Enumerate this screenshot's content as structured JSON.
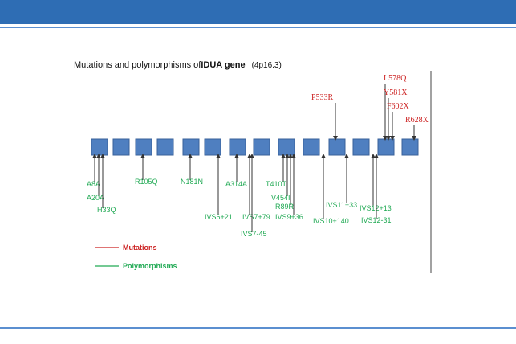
{
  "title": {
    "prefix": "Mutations and polymorphisms of",
    "gene": "IDUA gene",
    "locus": "(4p16.3)"
  },
  "colors": {
    "exon": "#4f7fc0",
    "exon_border": "#3a629a",
    "mutation": "#cc2222",
    "polymorphism": "#22aa55",
    "arrow": "#333333"
  },
  "exon_count": 14,
  "mutations": [
    {
      "label": "P533R",
      "exon": 11
    },
    {
      "label": "L578Q",
      "exon": 13
    },
    {
      "label": "Y581X",
      "exon": 13
    },
    {
      "label": "F602X",
      "exon": 13
    },
    {
      "label": "R628X",
      "exon": 14
    }
  ],
  "polymorphisms": [
    {
      "label": "A8A",
      "exon": 1
    },
    {
      "label": "A20A",
      "exon": 1
    },
    {
      "label": "H33Q",
      "exon": 1
    },
    {
      "label": "R105Q",
      "exon": 3
    },
    {
      "label": "N181N",
      "exon": 5
    },
    {
      "label": "IVS6+21",
      "intron": 6
    },
    {
      "label": "A314A",
      "exon": 7
    },
    {
      "label": "IVS7+79",
      "intron": 7
    },
    {
      "label": "IVS7-45",
      "intron": 7
    },
    {
      "label": "T410T",
      "exon": 9
    },
    {
      "label": "V454I",
      "exon": 9
    },
    {
      "label": "R89R",
      "exon": 9
    },
    {
      "label": "IVS9+36",
      "intron": 9
    },
    {
      "label": "IVS10+140",
      "intron": 10
    },
    {
      "label": "IVS11+33",
      "intron": 11
    },
    {
      "label": "IVS12+13",
      "intron": 12
    },
    {
      "label": "IVS12-31",
      "intron": 12
    }
  ],
  "legend": {
    "mutations": "Mutations",
    "polymorphisms": "Polymorphisms"
  }
}
